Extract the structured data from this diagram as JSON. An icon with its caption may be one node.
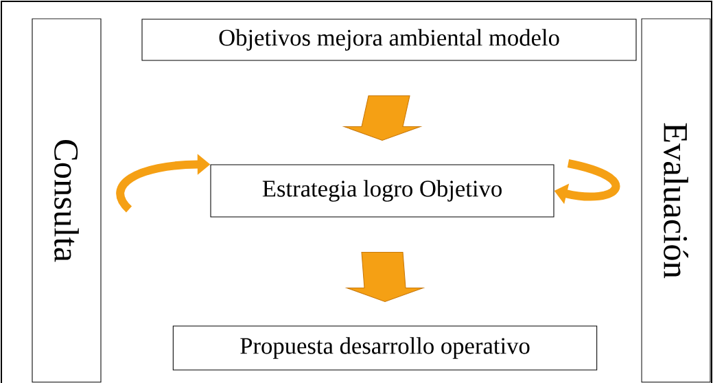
{
  "diagram": {
    "nodes": [
      {
        "text": [
          "Objetivos mejora ambiental modelo"
        ]
      },
      {
        "text": [
          "Estrategia logro Objetivo"
        ]
      },
      {
        "text": [
          "Propuesta desarrollo operativo"
        ]
      },
      {
        "text": [
          "Consulta"
        ]
      },
      {
        "text": [
          "Evaluación"
        ]
      }
    ],
    "edges": [
      {
        "from": 0,
        "to": 1,
        "arrow": "to",
        "style": "thick"
      },
      {
        "from": 1,
        "to": 2,
        "arrow": "to",
        "style": "thick"
      },
      {
        "from": null,
        "to": 1,
        "arrow": "to"
      },
      {
        "from": null,
        "to": 1,
        "arrow": "to"
      }
    ]
  }
}
